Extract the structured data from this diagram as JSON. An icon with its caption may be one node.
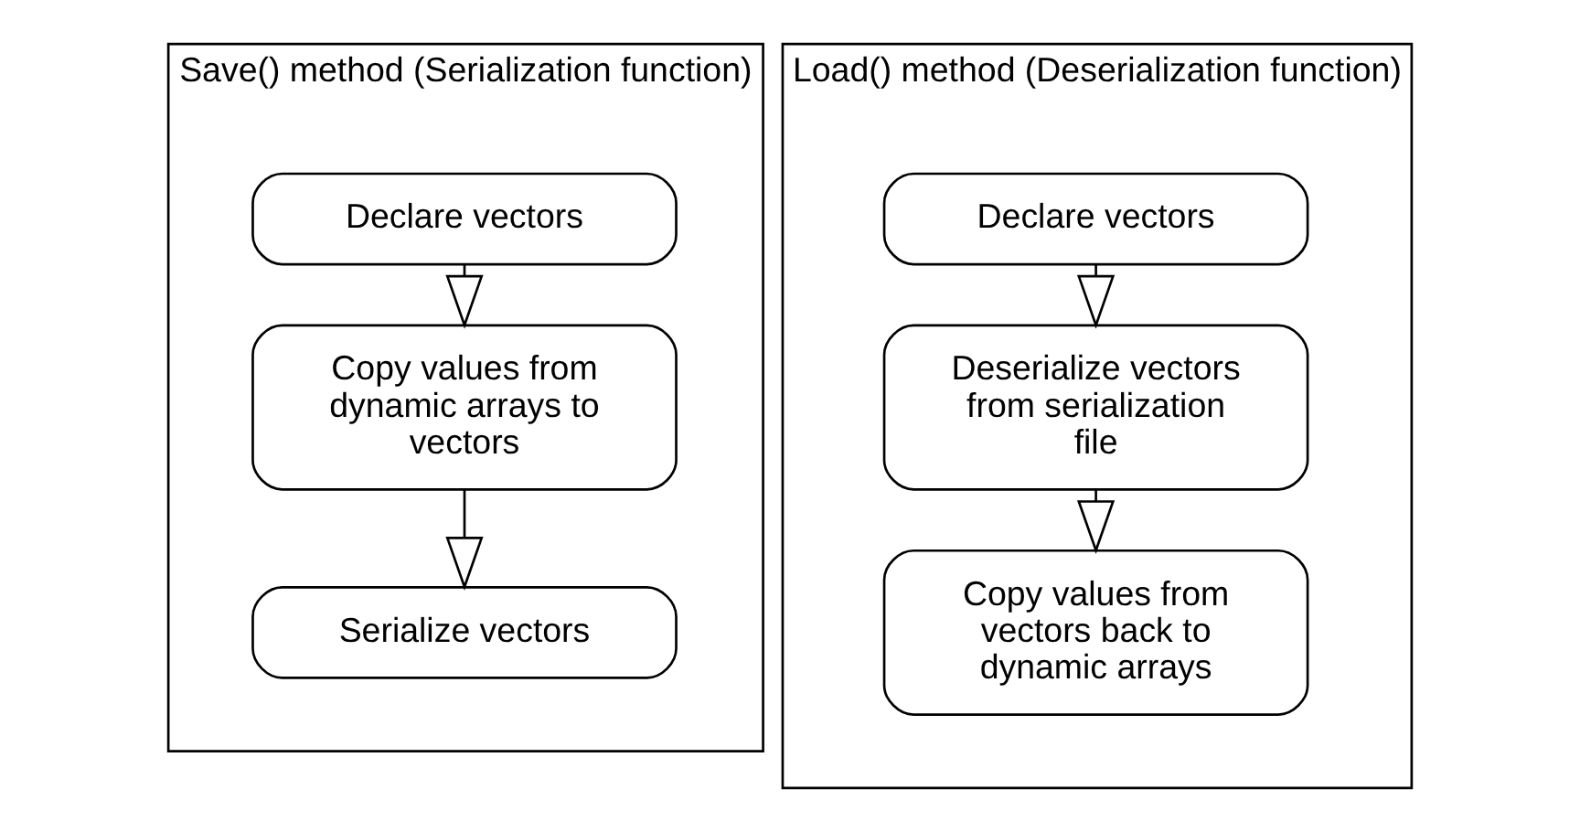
{
  "diagram": {
    "nodes": [
      {
        "text": [
          "Save() method (Serialization function)"
        ]
      },
      {
        "text": [
          "Declare vectors"
        ],
        "in": 0
      },
      {
        "text": [
          "Copy values from dynamic arrays to vectors"
        ],
        "in": 0
      },
      {
        "text": [
          "Serialize vectors"
        ],
        "in": 0
      },
      {
        "text": [
          "Load() method (Deserialization function)"
        ]
      },
      {
        "text": [
          "Declare vectors"
        ],
        "in": 4
      },
      {
        "text": [
          "Deserialize vectors from serialization file"
        ],
        "in": 4
      },
      {
        "text": [
          "Copy values from vectors back to dynamic arrays"
        ],
        "in": 4
      }
    ],
    "edges": [
      {
        "from": 1,
        "to": 2,
        "arrow": "to"
      },
      {
        "from": 2,
        "to": 3,
        "arrow": "to"
      },
      {
        "from": 5,
        "to": 6,
        "arrow": "to"
      },
      {
        "from": 6,
        "to": 7,
        "arrow": "to"
      }
    ]
  }
}
